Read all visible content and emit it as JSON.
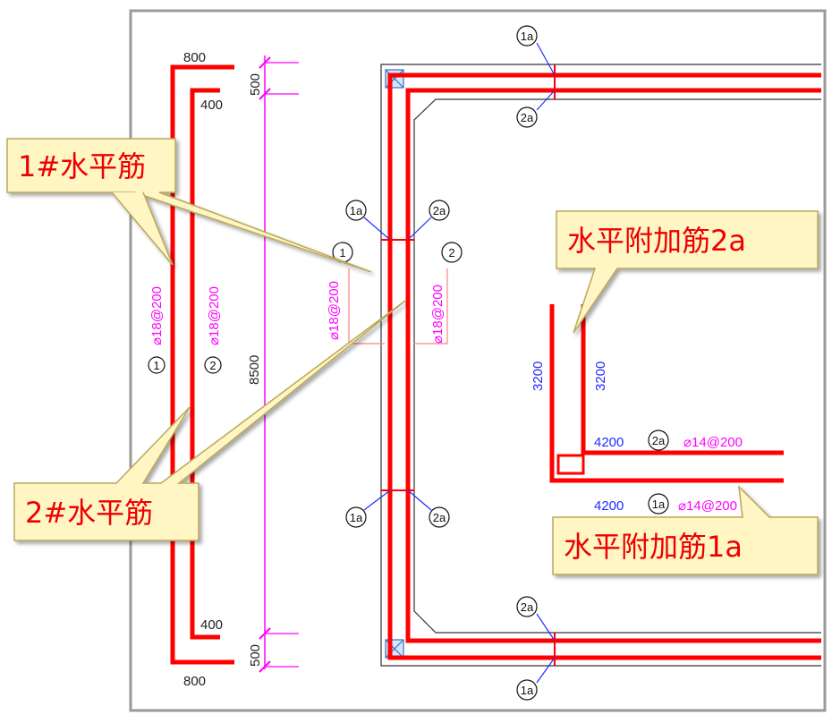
{
  "callouts": {
    "h1": "1#水平筋",
    "h2": "2#水平筋",
    "add2a": "水平附加筋2a",
    "add1a": "水平附加筋1a"
  },
  "left_bars": {
    "top_outer_len": "800",
    "top_inner_len": "400",
    "bottom_inner_len": "400",
    "bottom_outer_len": "800",
    "bar1_marker": "1",
    "bar1_spec": "⌀18@200",
    "bar2_marker": "2",
    "bar2_spec": "⌀18@200"
  },
  "dimensions": {
    "top": "500",
    "total": "8500",
    "bottom": "500"
  },
  "wall": {
    "marker_1a": "1a",
    "marker_2a": "2a",
    "marker_1": "1",
    "marker_2": "2",
    "spec_1": "⌀18@200",
    "spec_2": "⌀18@200"
  },
  "additional": {
    "vlen_left": "3200",
    "vlen_right": "3200",
    "len_2a": "4200",
    "marker_2a": "2a",
    "spec_2a": "⌀14@200",
    "len_1a": "4200",
    "marker_1a": "1a",
    "spec_1a": "⌀14@200"
  },
  "colors": {
    "rebar": "#ff0000",
    "dimension": "#ff00ff",
    "length": "#1f2cff",
    "callout_fill": "#fff6c4",
    "callout_text": "#ee0000"
  }
}
